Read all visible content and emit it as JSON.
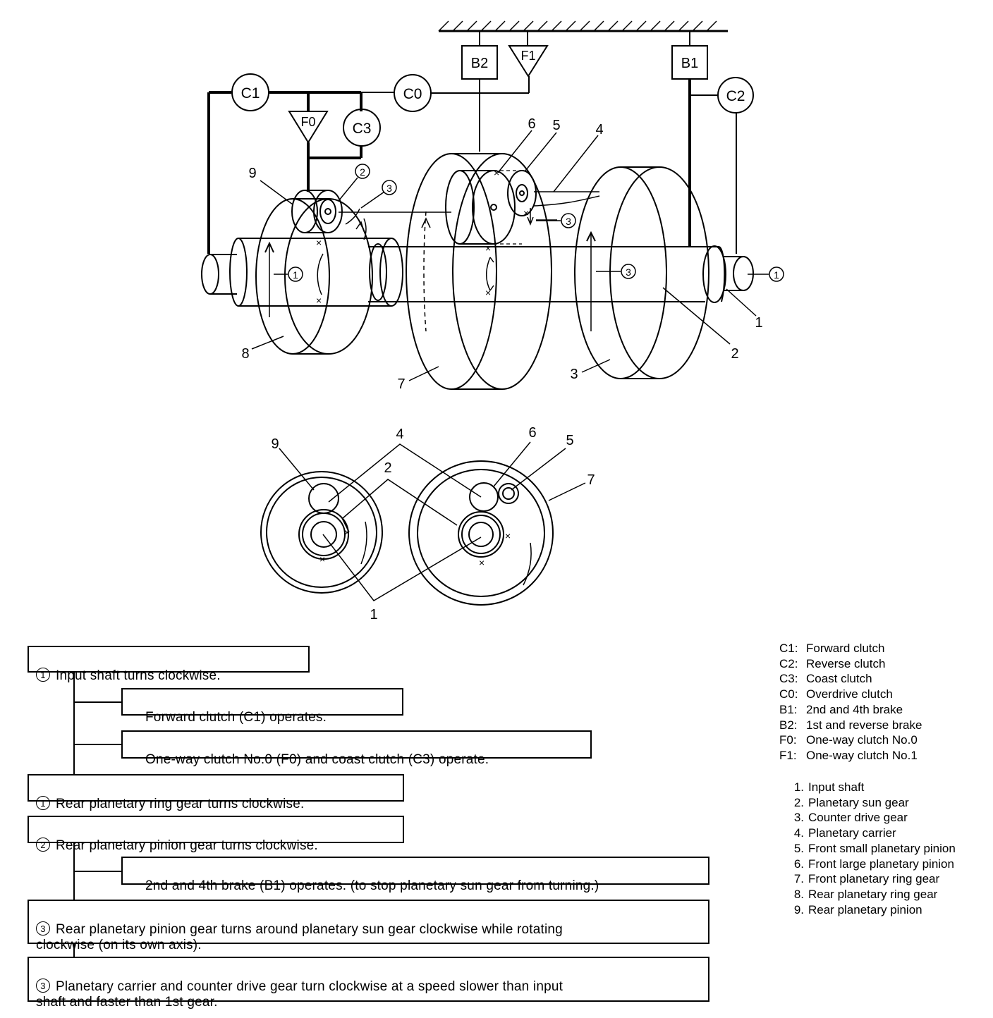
{
  "diagram": {
    "component_labels": {
      "c1": "C1",
      "c0": "C0",
      "c2": "C2",
      "c3": "C3",
      "b1": "B1",
      "b2": "B2",
      "f0": "F0",
      "f1": "F1"
    },
    "callouts": [
      "1",
      "2",
      "3",
      "4",
      "5",
      "6",
      "7",
      "8",
      "9"
    ],
    "marks": {
      "m1": "1",
      "m2": "2",
      "m3": "3"
    }
  },
  "flow": {
    "steps": [
      {
        "num": "1",
        "text": "Input shaft turns clockwise."
      },
      {
        "num": "",
        "text": "Forward clutch (C1) operates."
      },
      {
        "num": "",
        "text": "One-way clutch No.0 (F0) and coast clutch (C3) operate."
      },
      {
        "num": "1",
        "text": "Rear planetary ring gear turns clockwise."
      },
      {
        "num": "2",
        "text": "Rear planetary pinion gear turns clockwise."
      },
      {
        "num": "",
        "text": "2nd and 4th brake (B1) operates. (to stop planetary sun gear from turning.)"
      },
      {
        "num": "3",
        "text": "Rear planetary pinion gear turns around planetary sun gear clockwise while rotating\nclockwise (on its own axis)."
      },
      {
        "num": "3",
        "text": "Planetary carrier and counter drive gear turn clockwise at a speed slower than input\nshaft and faster than 1st gear."
      }
    ]
  },
  "legend": {
    "abbreviations": [
      {
        "key": "C1:",
        "value": "Forward clutch"
      },
      {
        "key": "C2:",
        "value": "Reverse clutch"
      },
      {
        "key": "C3:",
        "value": "Coast clutch"
      },
      {
        "key": "C0:",
        "value": "Overdrive clutch"
      },
      {
        "key": "B1:",
        "value": "2nd and 4th brake"
      },
      {
        "key": "B2:",
        "value": "1st and reverse brake"
      },
      {
        "key": "F0:",
        "value": "One-way clutch No.0"
      },
      {
        "key": "F1:",
        "value": "One-way clutch No.1"
      }
    ],
    "parts": [
      {
        "key": "1.",
        "value": "Input shaft"
      },
      {
        "key": "2.",
        "value": "Planetary sun gear"
      },
      {
        "key": "3.",
        "value": "Counter drive gear"
      },
      {
        "key": "4.",
        "value": "Planetary carrier"
      },
      {
        "key": "5.",
        "value": "Front small planetary pinion"
      },
      {
        "key": "6.",
        "value": "Front large planetary pinion"
      },
      {
        "key": "7.",
        "value": "Front planetary ring gear"
      },
      {
        "key": "8.",
        "value": "Rear planetary ring gear"
      },
      {
        "key": "9.",
        "value": "Rear planetary pinion"
      }
    ]
  }
}
